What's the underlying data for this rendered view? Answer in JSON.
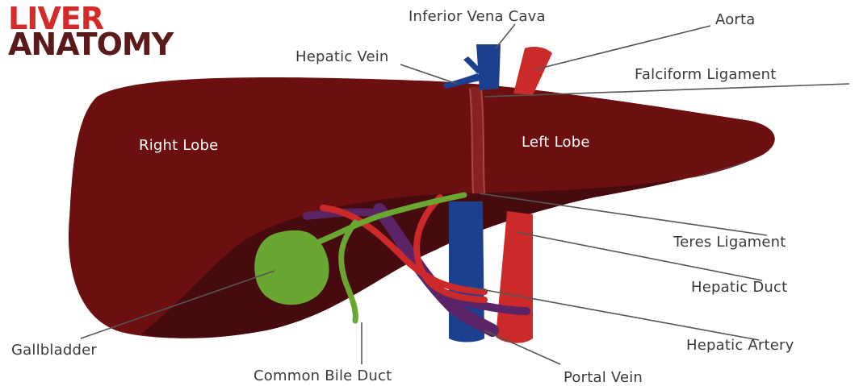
{
  "title": {
    "line1": "LIVER",
    "line2": "ANATOMY"
  },
  "colors": {
    "title_accent": "#d42a2a",
    "title_dark": "#5b1a1a",
    "liver": "#6b0f10",
    "liver_shadow": "#3f0b0e",
    "vena_cava": "#1d3f8f",
    "aorta": "#cc2a2a",
    "gallbladder": "#6aa632",
    "portal_vein": "#5a2466",
    "leader_line": "#555555"
  },
  "labels": {
    "right_lobe": "Right Lobe",
    "left_lobe": "Left Lobe",
    "inferior_vena_cava": "Inferior Vena Cava",
    "aorta": "Aorta",
    "hepatic_vein": "Hepatic Vein",
    "falciform_ligament": "Falciform Ligament",
    "teres_ligament": "Teres Ligament",
    "hepatic_duct": "Hepatic Duct",
    "hepatic_artery": "Hepatic Artery",
    "portal_vein": "Portal Vein",
    "common_bile_duct": "Common Bile Duct",
    "gallbladder": "Gallbladder"
  }
}
